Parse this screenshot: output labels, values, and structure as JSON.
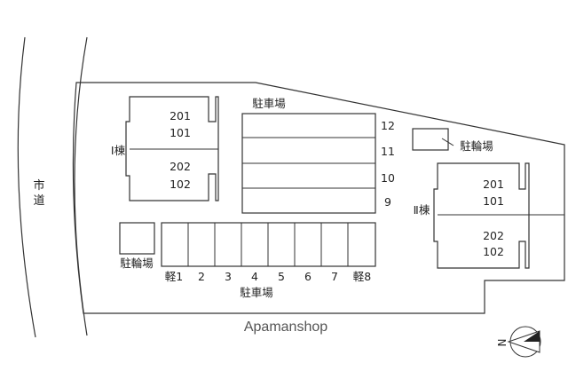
{
  "road": {
    "label_line1": "市",
    "label_line2": "道"
  },
  "building_1": {
    "name": "Ⅰ棟",
    "upper_units": [
      "201",
      "101"
    ],
    "lower_units": [
      "202",
      "102"
    ]
  },
  "building_2": {
    "name": "Ⅱ棟",
    "upper_units": [
      "201",
      "101"
    ],
    "lower_units": [
      "202",
      "102"
    ]
  },
  "parking_top": {
    "label": "駐車場",
    "spaces": [
      "12",
      "11",
      "10",
      "9"
    ]
  },
  "parking_bottom": {
    "label": "駐車場",
    "spaces": [
      "軽1",
      "2",
      "3",
      "4",
      "5",
      "6",
      "7",
      "軽8"
    ]
  },
  "bike_parking_left": {
    "label": "駐輪場"
  },
  "bike_parking_right": {
    "label": "駐輪場"
  },
  "watermark": "Apamanshop",
  "compass": {
    "letter": "N"
  },
  "colors": {
    "line": "#333333",
    "background": "#ffffff",
    "text": "#222222"
  }
}
